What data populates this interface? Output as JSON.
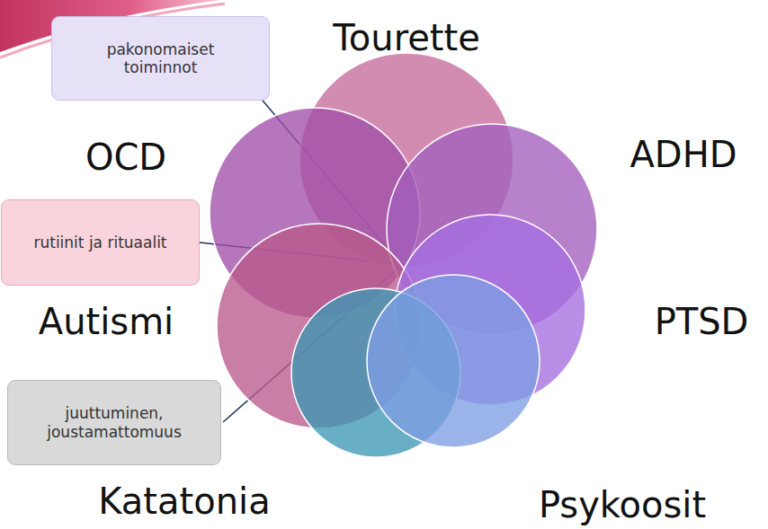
{
  "diagram": {
    "nodes": [
      {
        "text": [
          "pakonomaiset toiminnot"
        ]
      },
      {
        "text": [
          "Tourette"
        ]
      },
      {
        "text": [
          "OCD"
        ]
      },
      {
        "text": [
          "ADHD"
        ]
      },
      {
        "text": [
          "rutiinit ja rituaalit"
        ]
      },
      {
        "text": [
          "Autismi"
        ]
      },
      {
        "text": [
          "PTSD"
        ]
      },
      {
        "text": [
          "juuttuminen, joustamattomuus"
        ]
      },
      {
        "text": [
          "Katatonia"
        ]
      },
      {
        "text": [
          "Psykoosit"
        ]
      }
    ]
  }
}
